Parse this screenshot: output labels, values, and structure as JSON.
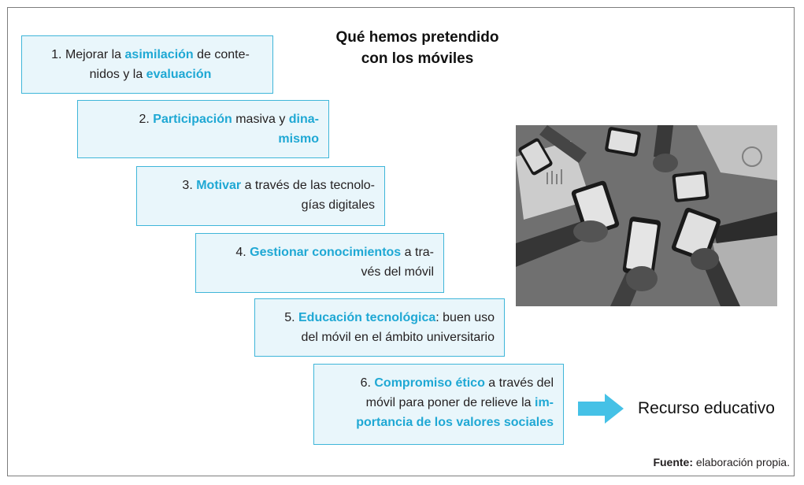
{
  "title": {
    "line1": "Qué hemos pretendido",
    "line2": "con los móviles"
  },
  "steps": [
    {
      "parts": [
        {
          "t": "1. Mejorar la ",
          "kw": false
        },
        {
          "t": "asimilación",
          "kw": true
        },
        {
          "t": " de conte-",
          "kw": false
        },
        {
          "br": true
        },
        {
          "t": "nidos y la ",
          "kw": false
        },
        {
          "t": "evaluación",
          "kw": true
        }
      ]
    },
    {
      "parts": [
        {
          "t": "2. ",
          "kw": false
        },
        {
          "t": "Participación",
          "kw": true
        },
        {
          "t": " masiva y ",
          "kw": false
        },
        {
          "t": "dina-",
          "kw": true
        },
        {
          "br": true
        },
        {
          "t": "mismo",
          "kw": true
        }
      ]
    },
    {
      "parts": [
        {
          "t": "3. ",
          "kw": false
        },
        {
          "t": "Motivar",
          "kw": true
        },
        {
          "t": " a través de las tecnolo-",
          "kw": false
        },
        {
          "br": true
        },
        {
          "t": "gías digitales",
          "kw": false
        }
      ]
    },
    {
      "parts": [
        {
          "t": "4. ",
          "kw": false
        },
        {
          "t": "Gestionar conocimientos",
          "kw": true
        },
        {
          "t": " a tra-",
          "kw": false
        },
        {
          "br": true
        },
        {
          "t": "vés del móvil",
          "kw": false
        }
      ]
    },
    {
      "parts": [
        {
          "t": "5. ",
          "kw": false
        },
        {
          "t": "Educación tecnológica",
          "kw": true
        },
        {
          "t": ": buen uso",
          "kw": false
        },
        {
          "br": true
        },
        {
          "t": "del móvil en el ámbito universitario",
          "kw": false
        }
      ]
    },
    {
      "parts": [
        {
          "t": "6. ",
          "kw": false
        },
        {
          "t": "Compromiso ético",
          "kw": true
        },
        {
          "t": " a través del",
          "kw": false
        },
        {
          "br": true
        },
        {
          "t": "móvil para poner de relieve la ",
          "kw": false
        },
        {
          "t": "im-",
          "kw": true
        },
        {
          "br": true
        },
        {
          "t": "portancia de los valores sociales",
          "kw": true
        }
      ]
    }
  ],
  "result_label": "Recurso educativo",
  "source": {
    "label": "Fuente:",
    "text": " elaboración propia."
  },
  "colors": {
    "accent": "#1fa8d4",
    "box_fill": "#e9f6fb",
    "box_border": "#3fb6d9",
    "arrow": "#45c1e6"
  }
}
